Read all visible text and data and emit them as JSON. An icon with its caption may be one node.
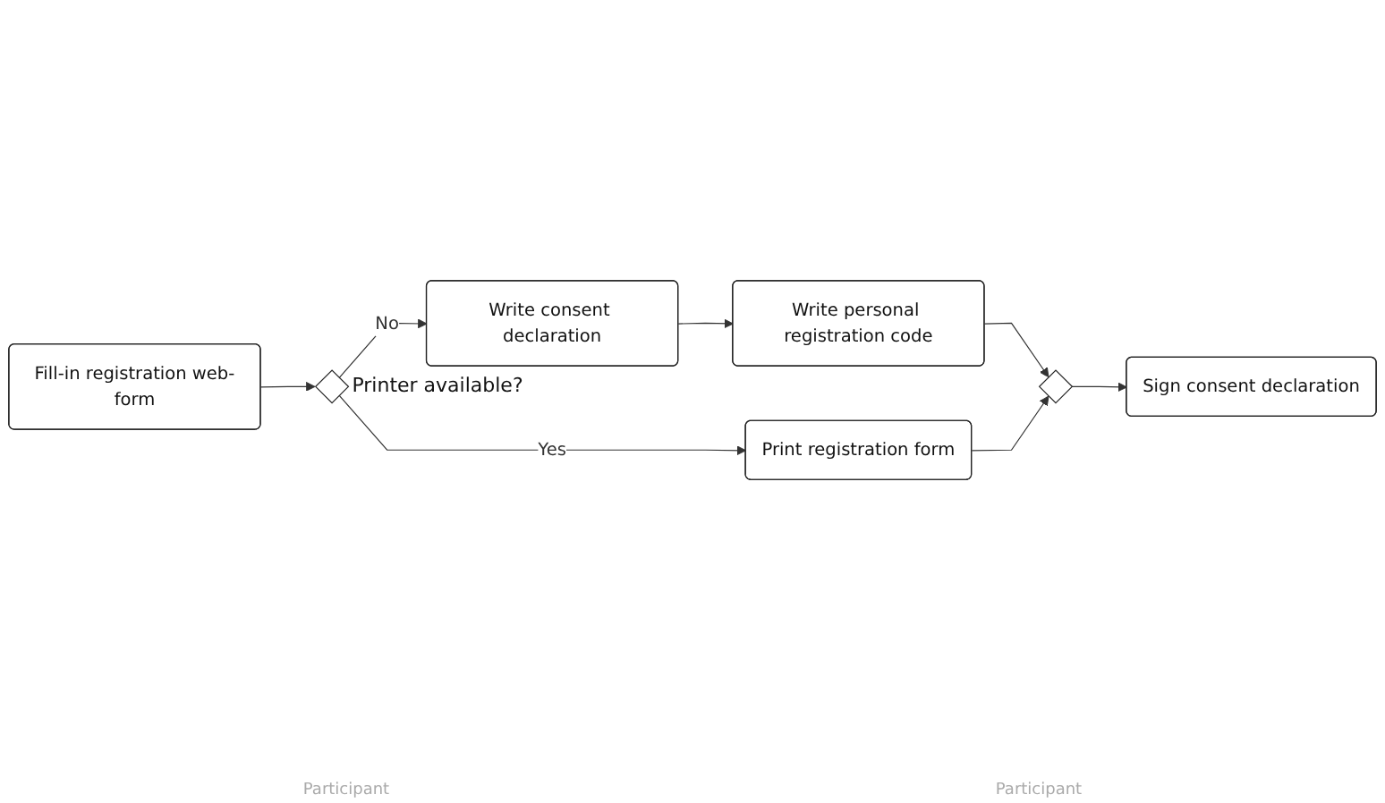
{
  "diagram": {
    "nodes": [
      {
        "text": [
          "Write consent declaration"
        ]
      },
      {
        "text": [
          "Write personal registration code"
        ]
      },
      {
        "text": [
          "Fill-in registration web-form"
        ]
      },
      {
        "text": [],
        "shape": "diamond",
        "beside": [
          "Printer available?"
        ]
      },
      {
        "text": [],
        "shape": "diamond"
      },
      {
        "text": [
          "Sign consent declaration"
        ]
      },
      {
        "text": [
          "Print registration form"
        ]
      }
    ],
    "edges": [
      {
        "from": 2,
        "to": 3,
        "arrow": "to"
      },
      {
        "from": 3,
        "to": 0,
        "arrow": "to",
        "label": "No"
      },
      {
        "from": 3,
        "to": 6,
        "arrow": "to",
        "label": "Yes"
      },
      {
        "from": 0,
        "to": 1,
        "arrow": "to"
      },
      {
        "from": 1,
        "to": 4,
        "arrow": "to"
      },
      {
        "from": 6,
        "to": 4,
        "arrow": "to"
      },
      {
        "from": 4,
        "to": 5,
        "arrow": "to"
      }
    ],
    "labels": [
      "Participant",
      "Participant"
    ]
  }
}
